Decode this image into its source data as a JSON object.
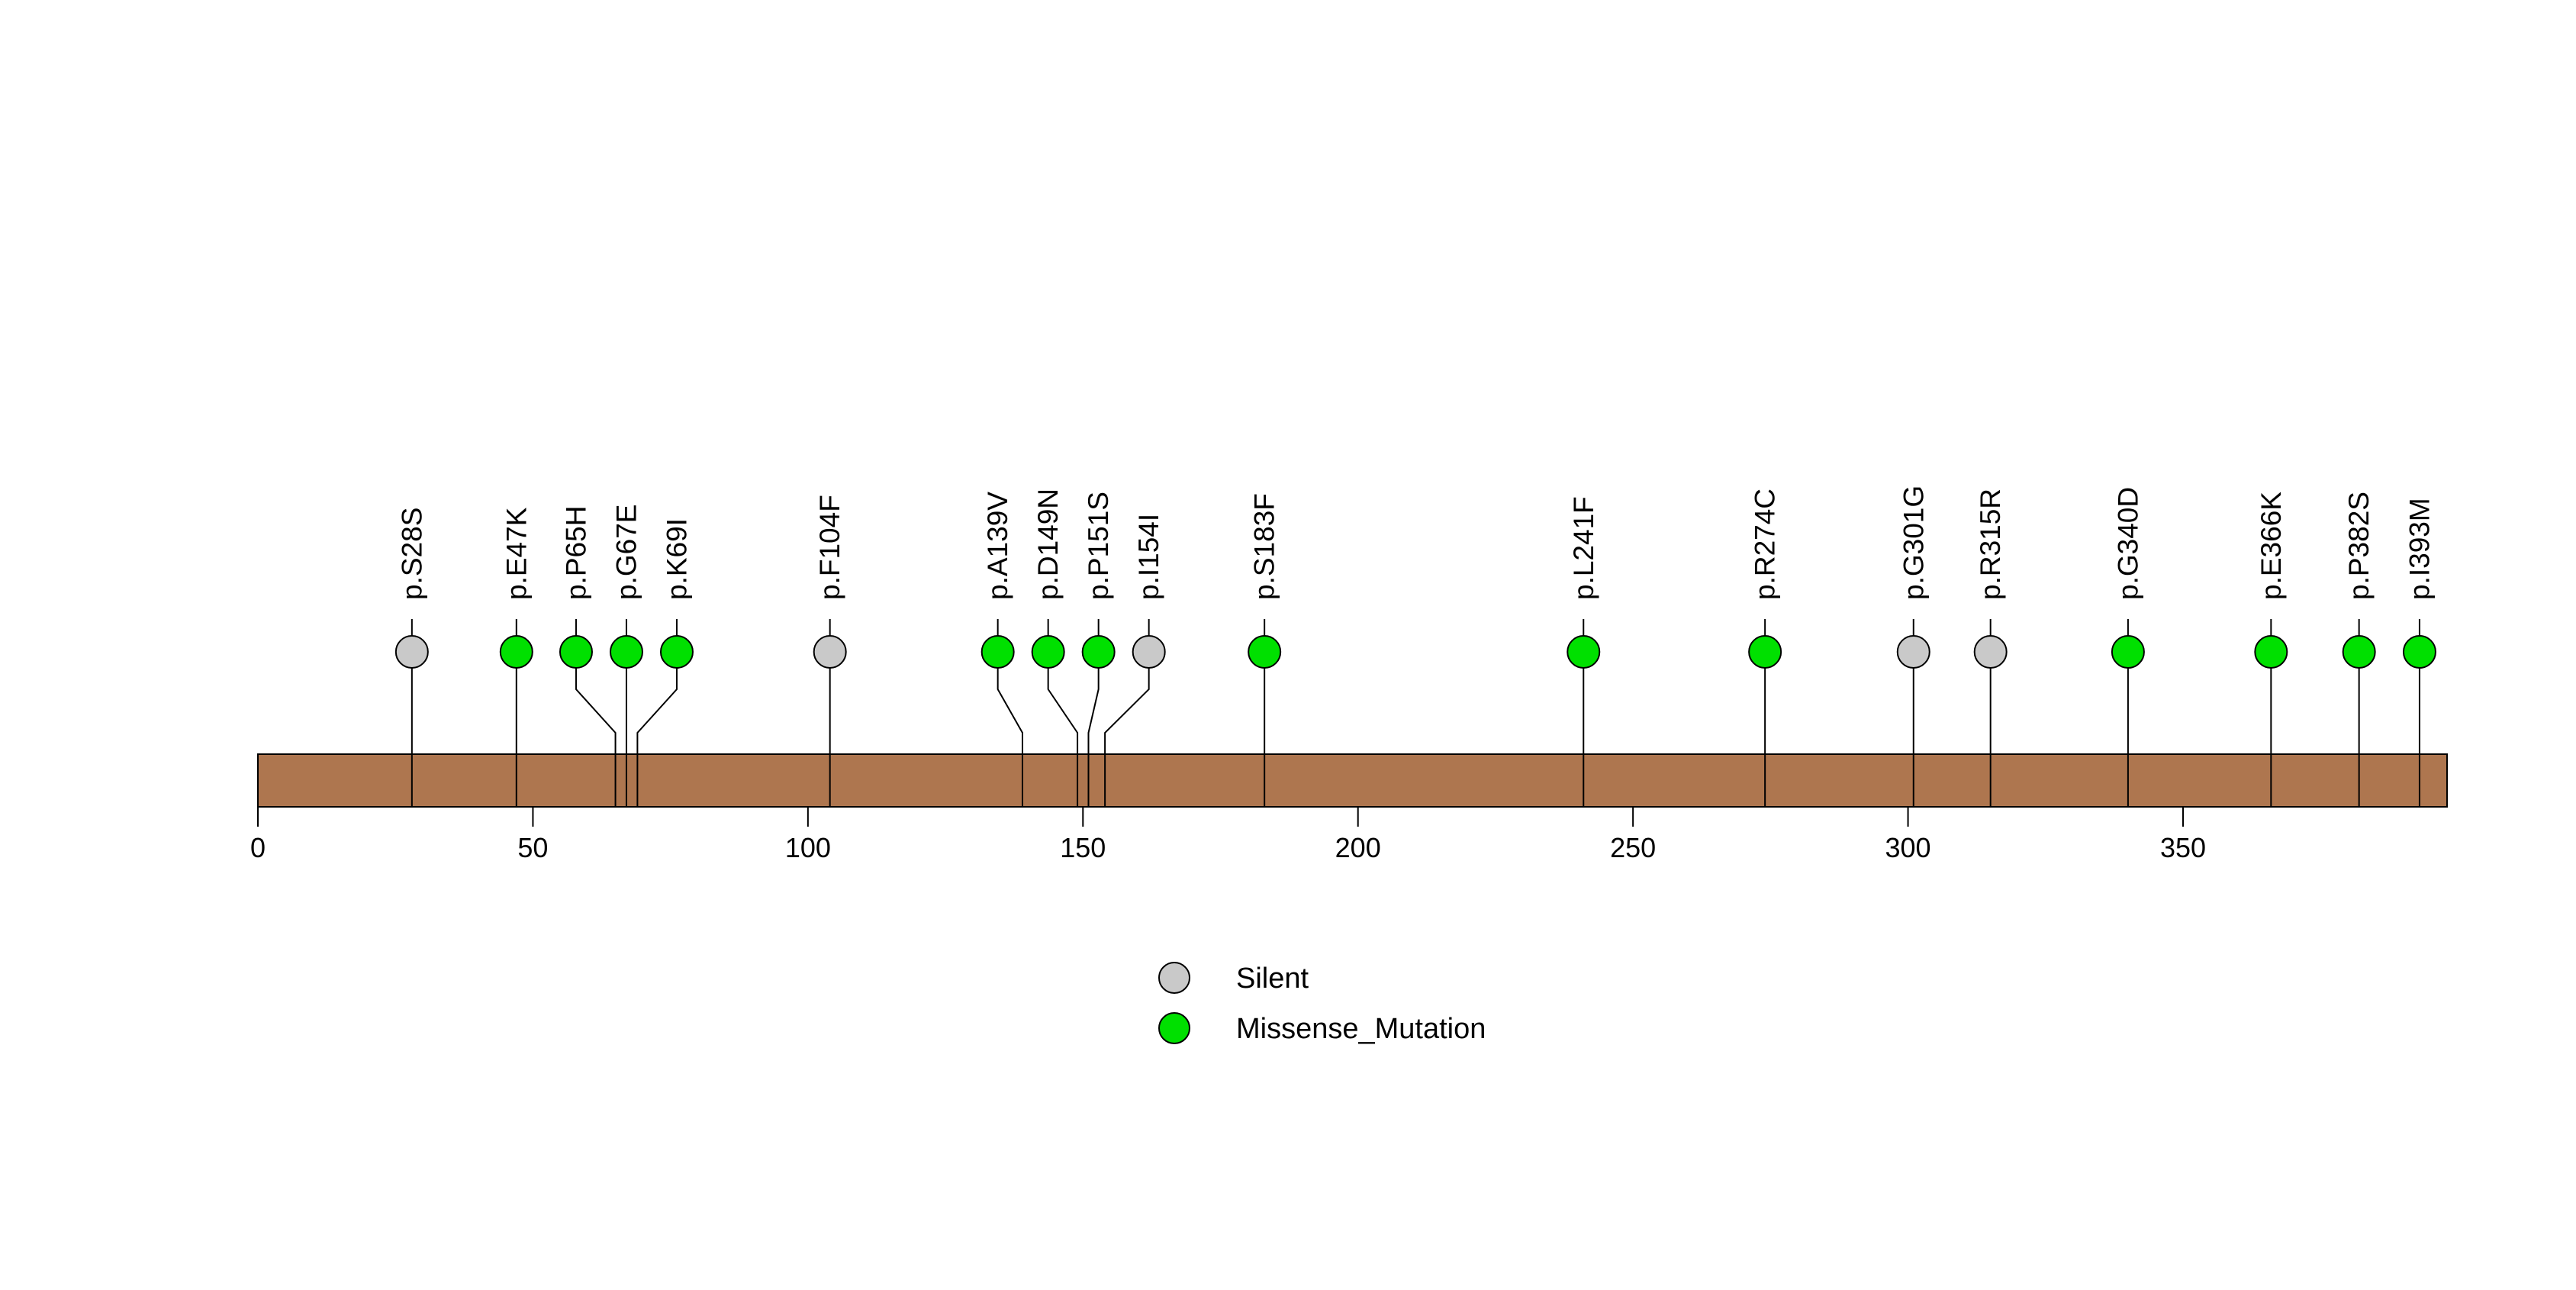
{
  "figure": {
    "background_color": "#FFFFFF",
    "description": "Lollipop mutation plot"
  },
  "chart_data": {
    "type": "scatter",
    "subtype": "lollipop-mutation-plot",
    "title": "",
    "xlabel": "",
    "ylabel": "",
    "grid": false,
    "axis": {
      "min": 0,
      "max": 398,
      "ticks": [
        0,
        50,
        100,
        150,
        200,
        250,
        300,
        350
      ]
    },
    "backbone": {
      "start": 0,
      "end": 398,
      "color": "#AE764F",
      "border_color": "#000000"
    },
    "mutation_type_colors": {
      "Silent": "#C9C9C9",
      "Missense_Mutation": "#00E000"
    },
    "mutations": [
      {
        "label": "p.S28S",
        "position": 28,
        "type": "Silent"
      },
      {
        "label": "p.E47K",
        "position": 47,
        "type": "Missense_Mutation"
      },
      {
        "label": "p.P65H",
        "position": 65,
        "type": "Missense_Mutation"
      },
      {
        "label": "p.G67E",
        "position": 67,
        "type": "Missense_Mutation"
      },
      {
        "label": "p.K69I",
        "position": 69,
        "type": "Missense_Mutation"
      },
      {
        "label": "p.F104F",
        "position": 104,
        "type": "Silent"
      },
      {
        "label": "p.A139V",
        "position": 139,
        "type": "Missense_Mutation"
      },
      {
        "label": "p.D149N",
        "position": 149,
        "type": "Missense_Mutation"
      },
      {
        "label": "p.P151S",
        "position": 151,
        "type": "Missense_Mutation"
      },
      {
        "label": "p.I154I",
        "position": 154,
        "type": "Silent"
      },
      {
        "label": "p.S183F",
        "position": 183,
        "type": "Missense_Mutation"
      },
      {
        "label": "p.L241F",
        "position": 241,
        "type": "Missense_Mutation"
      },
      {
        "label": "p.R274C",
        "position": 274,
        "type": "Missense_Mutation"
      },
      {
        "label": "p.G301G",
        "position": 301,
        "type": "Silent"
      },
      {
        "label": "p.R315R",
        "position": 315,
        "type": "Silent"
      },
      {
        "label": "p.G340D",
        "position": 340,
        "type": "Missense_Mutation"
      },
      {
        "label": "p.E366K",
        "position": 366,
        "type": "Missense_Mutation"
      },
      {
        "label": "p.P382S",
        "position": 382,
        "type": "Missense_Mutation"
      },
      {
        "label": "p.I393M",
        "position": 393,
        "type": "Missense_Mutation"
      }
    ],
    "legend": {
      "position": "bottom-center",
      "entries": [
        {
          "label": "Silent",
          "color": "#C9C9C9"
        },
        {
          "label": "Missense_Mutation",
          "color": "#00E000"
        }
      ]
    }
  }
}
